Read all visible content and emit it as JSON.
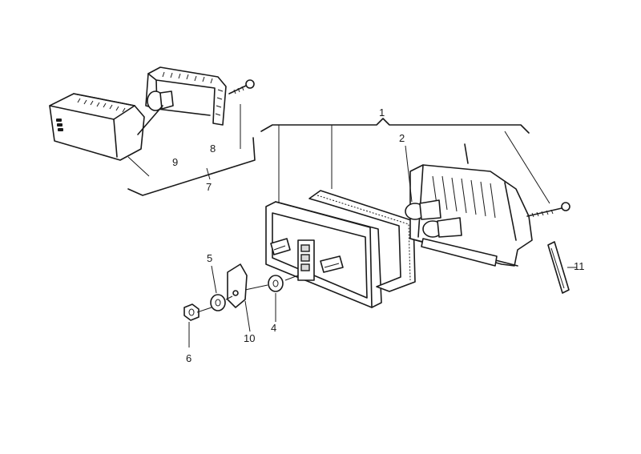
{
  "callouts": [
    {
      "id": "1",
      "label": "1"
    },
    {
      "id": "2",
      "label": "2"
    },
    {
      "id": "4",
      "label": "4"
    },
    {
      "id": "5",
      "label": "5"
    },
    {
      "id": "6",
      "label": "6"
    },
    {
      "id": "7",
      "label": "7"
    },
    {
      "id": "8",
      "label": "8"
    },
    {
      "id": "9",
      "label": "9"
    },
    {
      "id": "10",
      "label": "10"
    },
    {
      "id": "11",
      "label": "11"
    }
  ],
  "ink_color": "#1a1a1a",
  "background_color": "#ffffff"
}
